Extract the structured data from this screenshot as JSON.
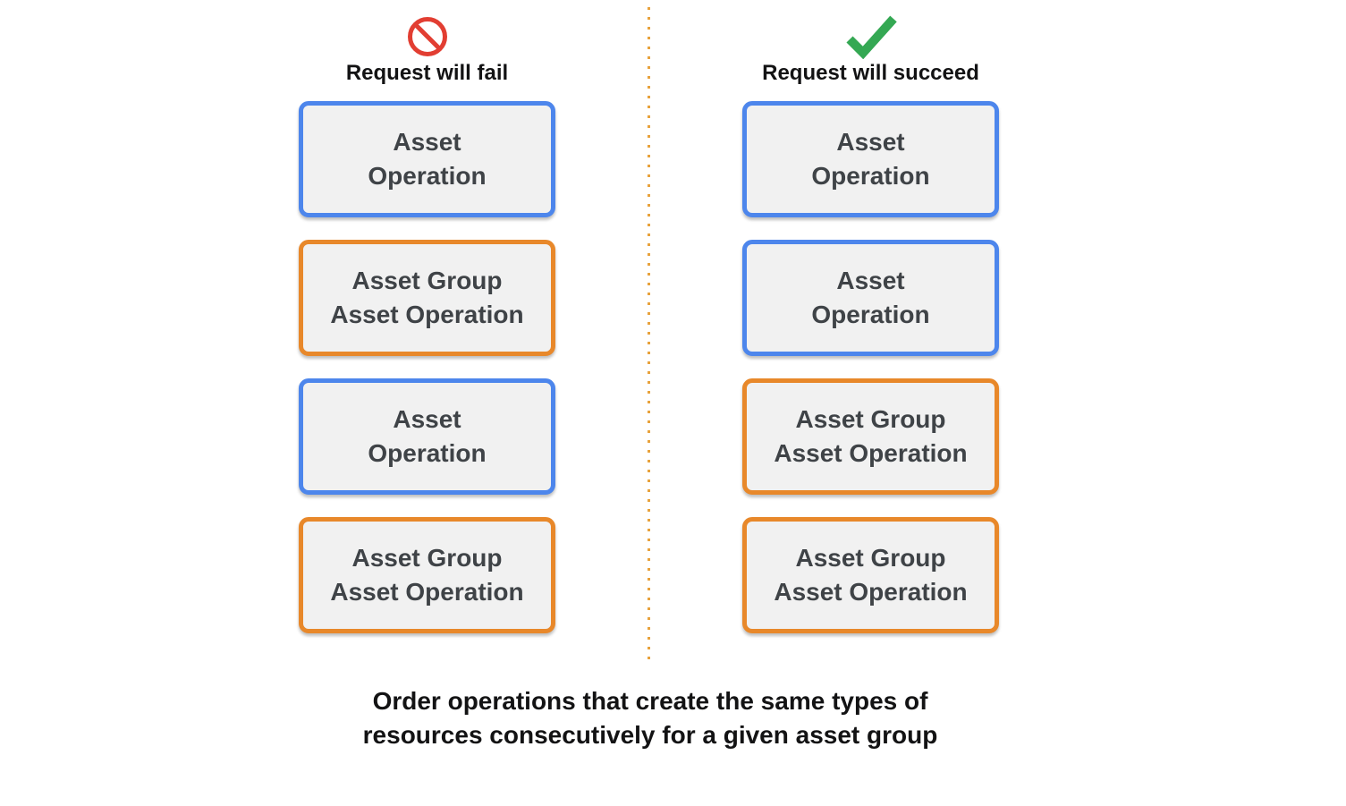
{
  "columns": [
    {
      "id": "fail",
      "icon": "prohibition-icon",
      "title": "Request will fail",
      "boxes": [
        {
          "type": "asset_operation",
          "color": "blue",
          "line1": "Asset",
          "line2": "Operation"
        },
        {
          "type": "asset_group_asset_operation",
          "color": "orange",
          "line1": "Asset Group",
          "line2": "Asset Operation"
        },
        {
          "type": "asset_operation",
          "color": "blue",
          "line1": "Asset",
          "line2": "Operation"
        },
        {
          "type": "asset_group_asset_operation",
          "color": "orange",
          "line1": "Asset Group",
          "line2": "Asset Operation"
        }
      ]
    },
    {
      "id": "succeed",
      "icon": "check-icon",
      "title": "Request will succeed",
      "boxes": [
        {
          "type": "asset_operation",
          "color": "blue",
          "line1": "Asset",
          "line2": "Operation"
        },
        {
          "type": "asset_operation",
          "color": "blue",
          "line1": "Asset",
          "line2": "Operation"
        },
        {
          "type": "asset_group_asset_operation",
          "color": "orange",
          "line1": "Asset Group",
          "line2": "Asset Operation"
        },
        {
          "type": "asset_group_asset_operation",
          "color": "orange",
          "line1": "Asset Group",
          "line2": "Asset Operation"
        }
      ]
    }
  ],
  "caption": {
    "line1": "Order operations that create the same types of",
    "line2": "resources consecutively for a given asset group"
  },
  "colors": {
    "blue": "#4d86ec",
    "orange": "#e8882a",
    "red": "#e23e32",
    "green": "#34a853",
    "divider": "#e8a23c",
    "box_fill": "#f1f1f1",
    "box_text": "#3f4347",
    "heading_text": "#131314"
  }
}
